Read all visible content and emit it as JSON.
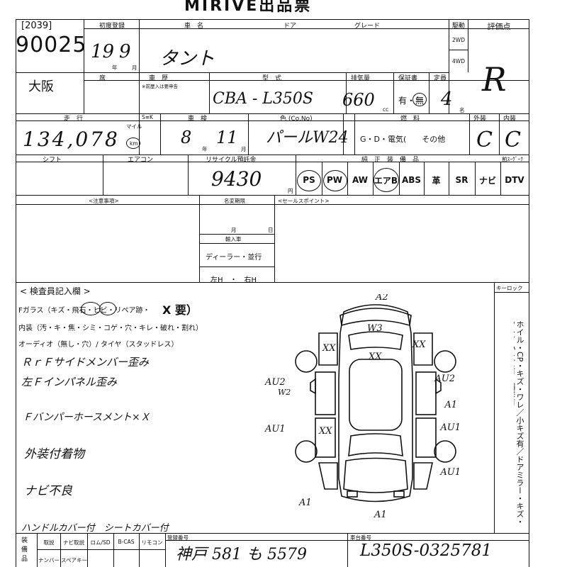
{
  "sheet": {
    "title": "MIRIVE出品票",
    "lot_prefix": "[2039]",
    "lot_number": "90025",
    "region": "大阪"
  },
  "labels": {
    "first_reg": "初度登録",
    "car_name": "車　名",
    "door": "ドア",
    "grade": "グレード",
    "drive": "駆動",
    "drive_2wd": "2WD",
    "drive_4wd": "4WD",
    "score": "評価点",
    "year": "年",
    "month": "月",
    "seats": "席",
    "history": "車　歴",
    "history_sub": "※前歴入は要申告",
    "model": "型　式",
    "displacement": "排気量",
    "cc": "cc",
    "warranty": "保証書",
    "capacity": "定員",
    "persons": "名",
    "mileage": "走　行",
    "meter_swap": "S≡K",
    "mile": "マイル",
    "km": "km",
    "inspection": "車　検",
    "insp_year": "年",
    "insp_month": "月",
    "color": "色 (Co.No)",
    "fuel": "燃　料",
    "fuel_options": "G・D・電気(　　その他",
    "exterior": "外装",
    "interior": "内装",
    "shift": "シフト",
    "aircon": "エアコン",
    "recycle": "リサイクル預託金",
    "yen": "円",
    "genuine_equipment": "純　正　装　備　品",
    "recycle_corner": "前ｽｰｸﾞｰｸ",
    "caution": "<注意事項>",
    "title_deadline": "名変期限",
    "import": "輸入車",
    "import_options": "ディーラー・並行",
    "steering": "左H　・　右H",
    "sales_points": "<セールスポイント>",
    "inspector_title": "< 検査員記入欄 >",
    "glass_line": "Fガラス（キズ・飛石・ヒビ・リペア跡・",
    "glass_replace": "X 要）",
    "interior_line": "内装（汚・キ・焦・シミ・コゲ・穴・キレ・破れ・割れ）",
    "audio_line": "オーディオ（無し・穴）/ タイヤ（スタッドレス）",
    "key_lock": "キーロック",
    "frame_no": "車台番号",
    "plate_no": "登録番号",
    "vertical_note": "ホイル・CP・キズ・ワレ／小キズ有／ドアミラー・キズ・ワレ／小キズ有・補修有",
    "bottom_side": [
      "装",
      "備",
      "品"
    ],
    "bottom_items_1": [
      "取説",
      "ナビ取説",
      "ロム/SD",
      "B-CAS",
      "リモコン"
    ],
    "bottom_items_2": [
      "ナンバー",
      "スペアキー"
    ]
  },
  "equipment": [
    "PS",
    "PW",
    "AW",
    "エアB",
    "ABS",
    "革",
    "SR",
    "ナビ",
    "DTV"
  ],
  "values": {
    "first_reg_year": "19",
    "first_reg_month": "9",
    "car_name": "タント",
    "score": "R",
    "model": "CBA - L350S",
    "displacement": "660",
    "warranty": "有・無",
    "capacity": "4",
    "mileage": "134,078",
    "insp_year": "8",
    "insp_month": "11",
    "color": "パールW24",
    "exterior_grade": "C",
    "interior_grade": "C",
    "recycle_fee": "9430",
    "plate": "神戸 581 も 5579",
    "frame": "L350S-0325781"
  },
  "handwritten_notes": [
    "ＲｒＦサイドメンバー歪み",
    "左Ｆインパネル歪み",
    "Ｆバンパーホースメント×Ｘ",
    "外装付着物",
    "ナビ不良",
    "ハンドルカバー付　シートカバー付"
  ],
  "diagram_marks": {
    "a2": "A2",
    "w3": "W3",
    "xx_rear": "XX",
    "xx_left": "XX",
    "xx_right": "XX",
    "xx_mid": "XX",
    "au2_left": "AU2",
    "w2": "W2",
    "au2_right": "AU2",
    "a1_right": "A1",
    "au1_left": "AU1",
    "au1_right": "AU1",
    "au1_right2": "AU1",
    "a1_bottom_left": "A1",
    "a1_bottom": "A1"
  }
}
